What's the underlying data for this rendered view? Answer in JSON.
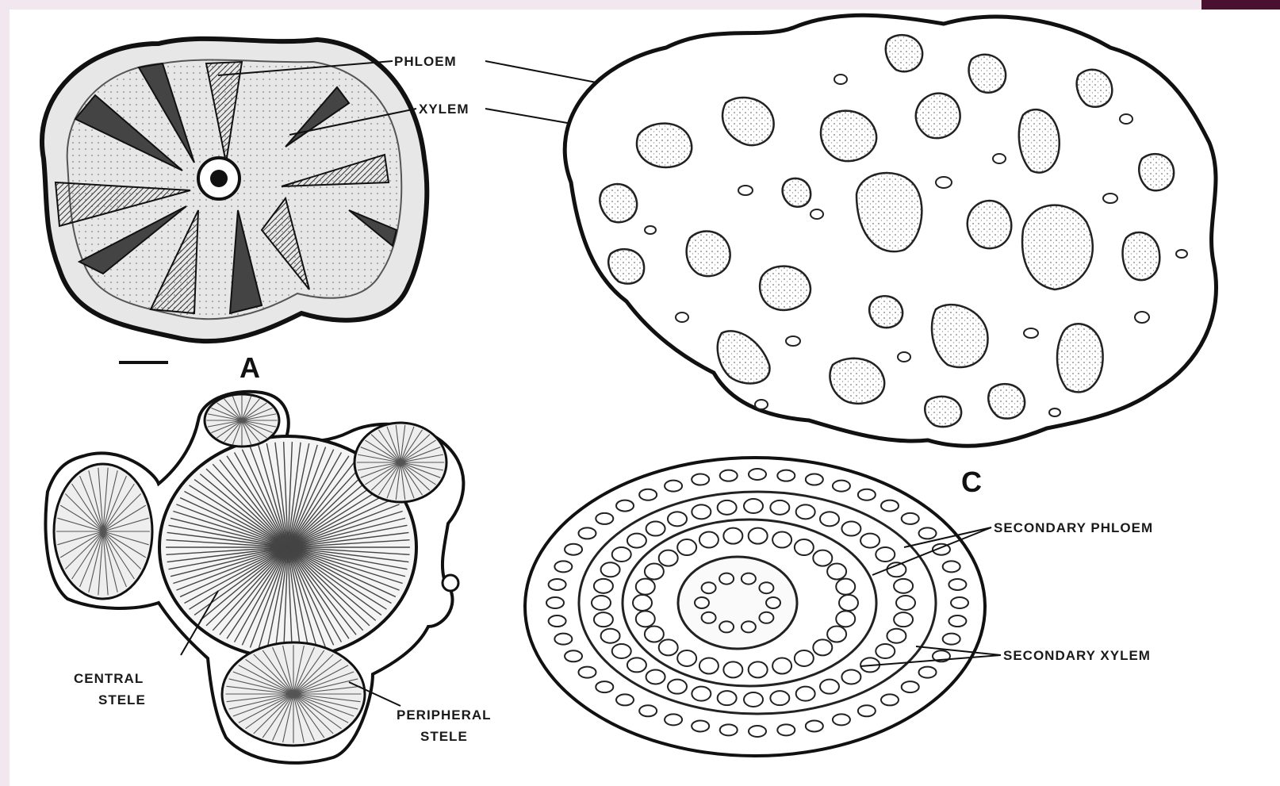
{
  "labels": {
    "phloem": "PHLOEM",
    "xylem": "XYLEM",
    "fig_a": "A",
    "fig_c": "C",
    "central_stele_1": "CENTRAL",
    "central_stele_2": "STELE",
    "peripheral_stele_1": "PERIPHERAL",
    "peripheral_stele_2": "STELE",
    "secondary_phloem": "SECONDARY PHLOEM",
    "secondary_xylem": "SECONDARY XYLEM"
  },
  "colors": {
    "page_background": "#f3e7ef",
    "panel_background": "#ffffff",
    "accent_corner": "#4a1030",
    "ink": "#1a1a1a"
  }
}
